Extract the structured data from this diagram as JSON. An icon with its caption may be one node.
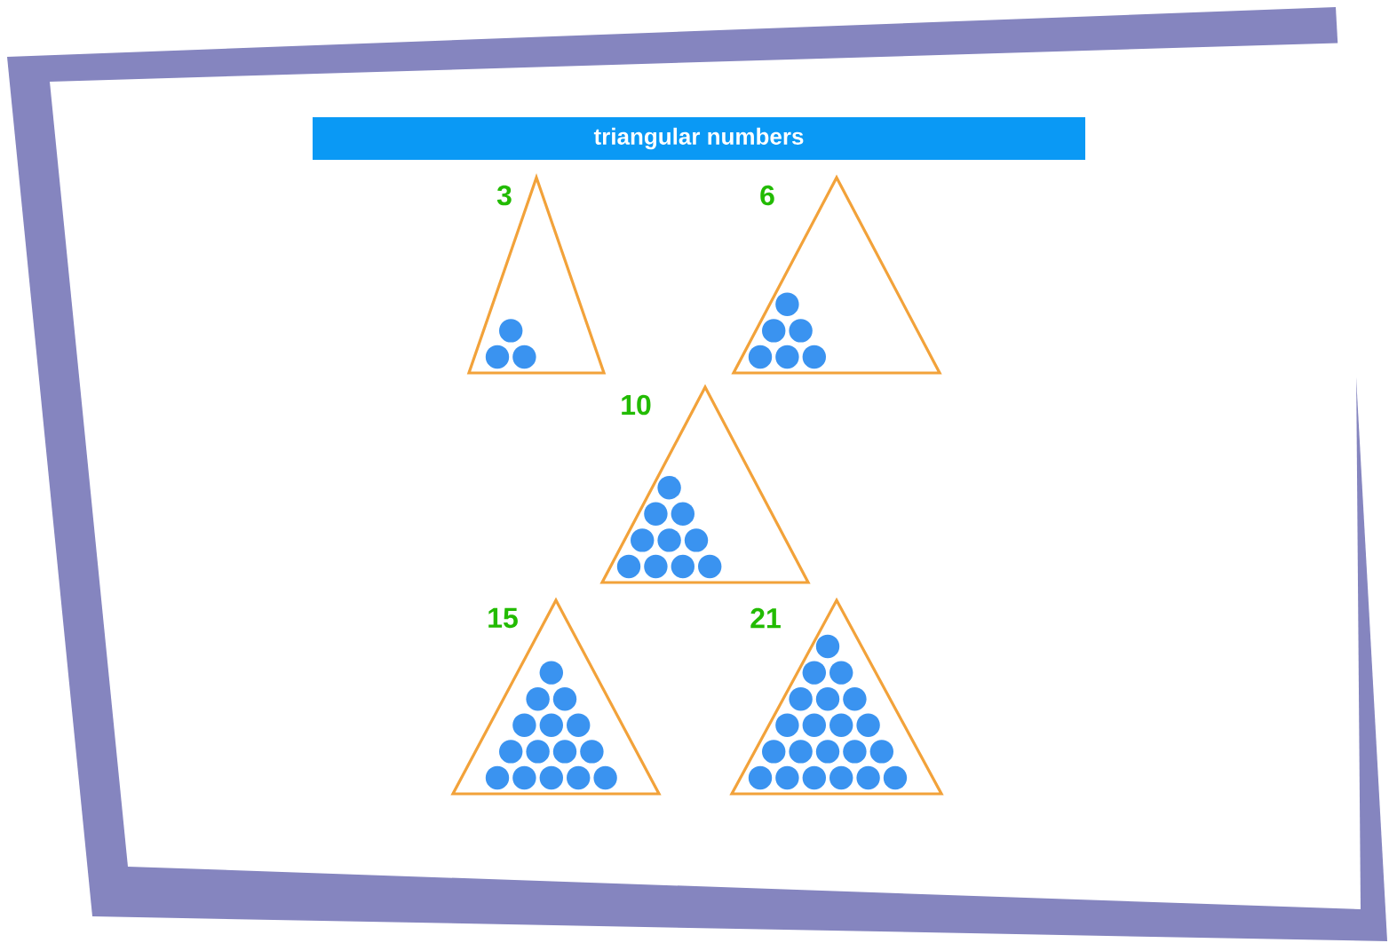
{
  "diagram": {
    "title": "triangular numbers",
    "nodes": [
      {
        "text": [
          "3"
        ]
      },
      {
        "text": [
          "6"
        ]
      },
      {
        "text": [
          "10"
        ]
      },
      {
        "text": [
          "15"
        ]
      },
      {
        "text": [
          "21"
        ]
      }
    ]
  }
}
